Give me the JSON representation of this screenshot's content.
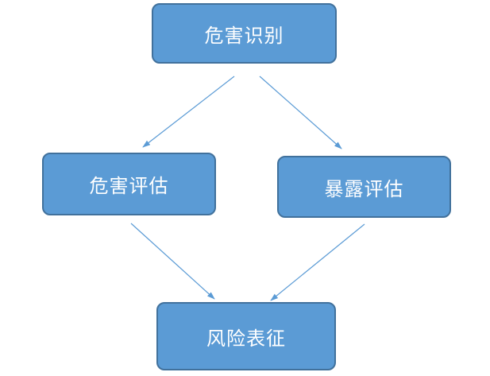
{
  "diagram": {
    "colors": {
      "node_fill": "#5b9bd5",
      "node_border": "#41719c",
      "node_text": "#ffffff",
      "arrow": "#5b9bd5"
    },
    "nodes": {
      "hazard_identification": {
        "label": "危害识别"
      },
      "hazard_assessment": {
        "label": "危害评估"
      },
      "exposure_assessment": {
        "label": "暴露评估"
      },
      "risk_characterization": {
        "label": "风险表征"
      }
    },
    "edges": [
      {
        "from": "危害识别",
        "to": "危害评估"
      },
      {
        "from": "危害识别",
        "to": "暴露评估"
      },
      {
        "from": "危害评估",
        "to": "风险表征"
      },
      {
        "from": "暴露评估",
        "to": "风险表征"
      }
    ]
  }
}
